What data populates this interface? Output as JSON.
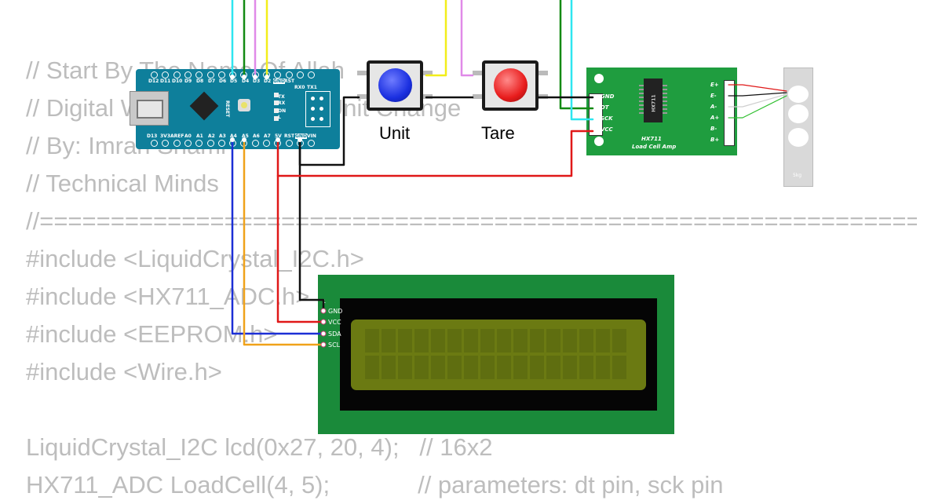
{
  "code_lines": [
    "// Start By The Name Of Allah",
    "// Digital Weight Scale With Unit Change",
    "// By: Imran Shami",
    "// Technical Minds",
    "//=====================================================================",
    "#include <LiquidCrystal_I2C.h>",
    "#include <HX711_ADC.h>",
    "#include <EEPROM.h>",
    "#include <Wire.h>",
    "",
    "LiquidCrystal_I2C lcd(0x27, 20, 4);   // 16x2",
    "HX711_ADC LoadCell(4, 5);             // parameters: dt pin, sck pin"
  ],
  "arduino": {
    "top_pins": [
      "D12",
      "D11",
      "D10",
      "D9",
      "D8",
      "D7",
      "D6",
      "D5",
      "D4",
      "D3",
      "D2",
      "GND",
      "RST",
      "RX0",
      "TX1"
    ],
    "bottom_pins": [
      "D13",
      "3V3",
      "AREF",
      "A0",
      "A1",
      "A2",
      "A3",
      "A4",
      "A5",
      "A6",
      "A7",
      "5V",
      "RST",
      "GND",
      "VIN"
    ],
    "reset_label": "RESET",
    "led_labels": [
      "TX",
      "RX",
      "ON",
      "L"
    ]
  },
  "buttons": {
    "unit": {
      "caption": "Unit",
      "color": "#1a2fe0"
    },
    "tare": {
      "caption": "Tare",
      "color": "#e81c1c"
    }
  },
  "hx711": {
    "chip_label": "HX711",
    "title": "HX711",
    "subtitle": "Load Cell Amp",
    "left_pins": [
      "GND",
      "DT",
      "SCK",
      "VCC"
    ],
    "right_pins": [
      "E+",
      "E-",
      "A-",
      "A+",
      "B-",
      "B+"
    ]
  },
  "loadcell": {
    "label": "5kg"
  },
  "lcd": {
    "pin_index": "1",
    "pins": [
      "GND",
      "VCC",
      "SDA",
      "SCL"
    ],
    "screen_color": "#6b7a12"
  },
  "wire_colors": {
    "cyan": "#2ee6f0",
    "green": "#138a13",
    "yellow": "#f2ee1a",
    "violet": "#e08ae8",
    "black": "#111111",
    "red": "#e01818",
    "blue": "#1c2fd6",
    "orange": "#f0a21a"
  }
}
